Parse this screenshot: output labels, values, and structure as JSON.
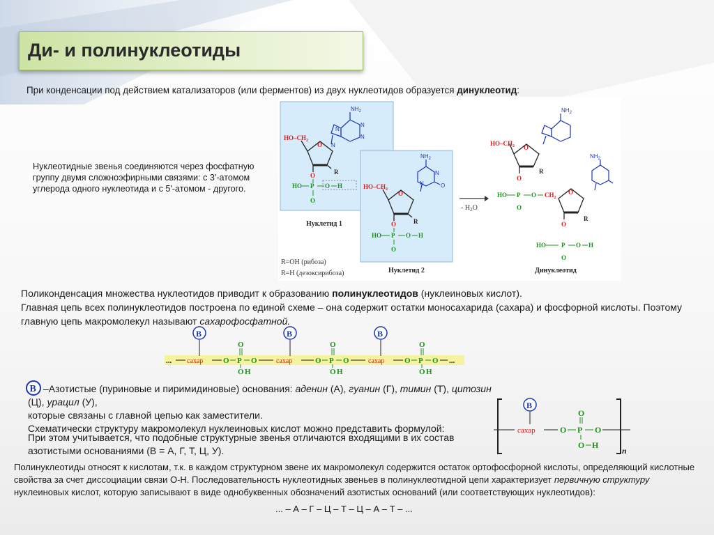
{
  "title": "Ди- и полинуклеотиды",
  "intro": {
    "before": "При конденсации под действием катализаторов (или ферментов) из двух нуклеотидов образуется ",
    "bold": "динуклеотид",
    "after": ":"
  },
  "side_note": "Нуклеотидные звенья соединяются через фосфатную группу двумя сложноэфирными связями: с 3'-атомом углерода одного нуклеотида и с 5'-атомом - другого.",
  "figure": {
    "nh2": "NH",
    "nh2_sub": "2",
    "ho_ch2": "HO–CH",
    "o": "O",
    "r": "R",
    "p": "P",
    "ho": "HO",
    "h": "H",
    "ch2": "CH",
    "minus_h2o": "- H",
    "water_o": "O",
    "label_nucleotide1": "Нуклетид 1",
    "label_nucleotide2": "Нуклетид 2",
    "label_dinucleotide": "Динуклеотид",
    "r_oh": "R=OH (рибоза)",
    "r_h": "R=H (дезоксирибоза)"
  },
  "poly": {
    "l1_before": "Поликонденсация множества нуклеотидов приводит к образованию ",
    "l1_bold": "полинуклеотидов",
    "l1_after": " (нуклеиновых кислот).",
    "l2": "Главная цепь всех полинуклеотидов построена по единой схеме – она содержит остатки моносахарида (сахара) и фосфорной кислоты. Поэтому главную цепь макромолекул называют ",
    "l2_italic": "сахарофосфатной."
  },
  "chain": {
    "dots_left": "...",
    "sugar": "сахар",
    "o": "O",
    "p": "P",
    "h": "H",
    "dots_right": "...",
    "base": "В"
  },
  "bases": {
    "symbol": "В",
    "t1": "–Азотистые (пуриновые и пиримидиновые) основания: ",
    "adenine": "аденин",
    "a": " (А), ",
    "guanine": "гуанин",
    "g": " (Г), ",
    "thymine": "тимин",
    "t": " (Т), ",
    "cytosine": "цитозин",
    "c": " (Ц), ",
    "uracil": "урацил",
    "u": " (У),",
    "t2": "которые связаны с главной цепью как заместители.",
    "t3": "Схематически структуру макромолекул нуклеиновых кислот можно представить формулой:"
  },
  "formula": {
    "sugar": "сахар",
    "o": "O",
    "p": "P",
    "h": "H",
    "n": "n",
    "base": "В"
  },
  "note2": "При этом учитывается, что подобные структурные звенья отличаются входящими в их состав азотистыми основаниями (В = А, Г, Т, Ц, У).",
  "final": {
    "t1": "Полинуклеотиды относят к кислотам, т.к. в каждом структурном звене их макромолекул содержится остаток ортофосфорной кислоты, определяющий кислотные свойства за счет диссоциации связи О-Н. Последовательность нуклеотидных звеньев в полинуклеотидной цепи характеризует ",
    "italic1": "первичную структуру",
    "t2": " нуклеиновых кислот, которую записывают в виде однобуквенных обозначений азотистых оснований (или соответствующих нуклеотидов):"
  },
  "sequence": "... – А – Г – Ц – Т – Ц – А – Т – ...",
  "colors": {
    "green": "#1f8f1f",
    "red": "#d42020",
    "blue": "#1a35b8",
    "panel": "#d7ecfa",
    "highlight": "#f6f3a0"
  }
}
